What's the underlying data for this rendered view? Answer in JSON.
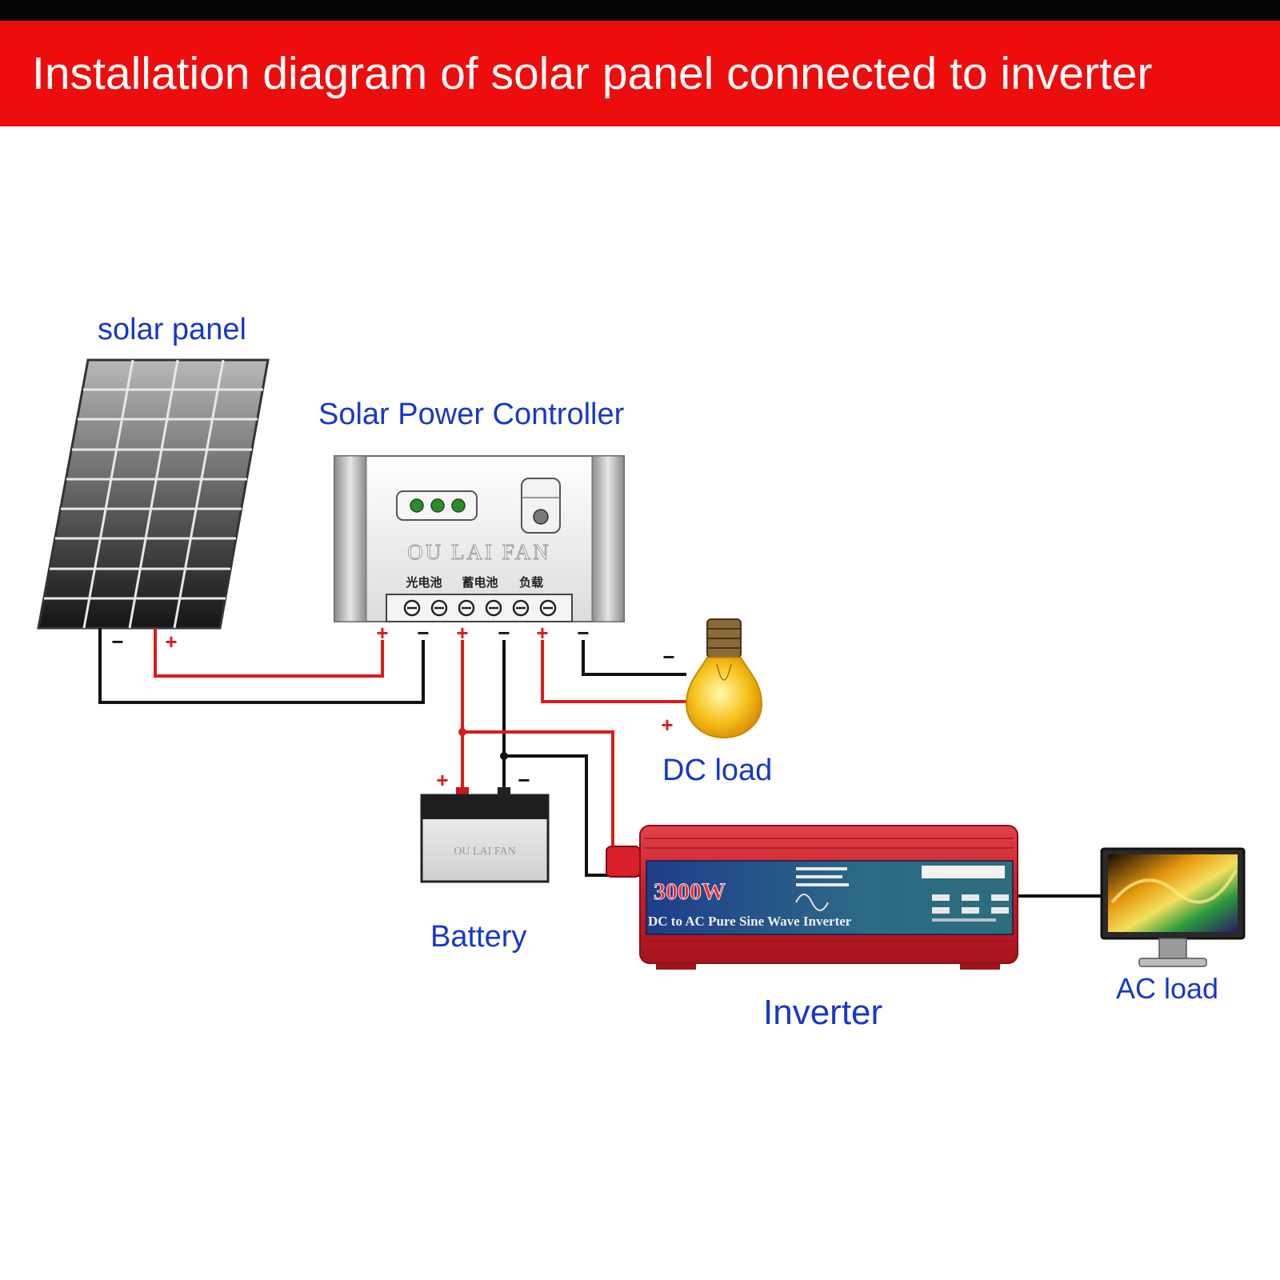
{
  "title": "Installation diagram of solar panel connected to inverter",
  "labels": {
    "solar_panel": "solar panel",
    "controller": "Solar Power Controller",
    "dc_load": "DC load",
    "battery": "Battery",
    "inverter": "Inverter",
    "ac_load": "AC load"
  },
  "controller": {
    "brand": "OU LAI FAN",
    "terminal_groups": [
      "光电池",
      "蓄电池",
      "负载"
    ]
  },
  "battery": {
    "brand": "OU LAI FAN"
  },
  "inverter": {
    "power": "3000W",
    "description": "DC to AC Pure Sine Wave Inverter"
  },
  "polarity": {
    "plus": "+",
    "minus": "−"
  },
  "colors": {
    "banner": "#ee0d0d",
    "label_text": "#1838c8",
    "positive_wire": "#d81c1c",
    "negative_wire": "#111111",
    "inverter_body": "#c8202a"
  }
}
